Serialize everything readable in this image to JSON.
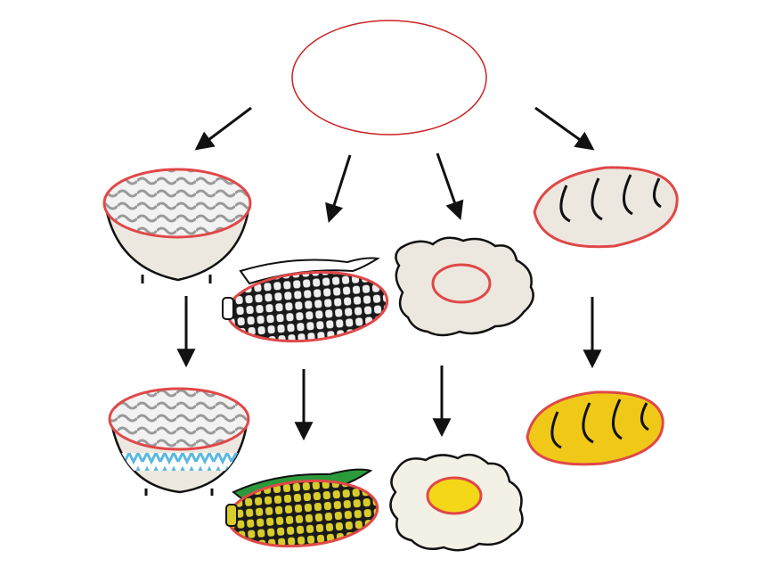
{
  "diagram": {
    "center_label": "",
    "colors": {
      "outline": "#111111",
      "accent_red": "#e04848",
      "paper": "#ece8e0",
      "noodle_gray": "#a8a8a8",
      "bowl_pattern": "#5ab8e0",
      "corn_yellow": "#d8cc2a",
      "husk_green": "#2a9a3a",
      "yolk_yellow": "#f4d818",
      "toast_yellow": "#f0c818",
      "egg_white": "#f3f0e6"
    },
    "items": [
      {
        "name": "noodles",
        "before_icon": "uncolored-noodle-bowl-icon",
        "after_icon": "colored-noodle-bowl-icon"
      },
      {
        "name": "corn",
        "before_icon": "uncolored-corn-icon",
        "after_icon": "colored-corn-icon"
      },
      {
        "name": "egg",
        "before_icon": "uncolored-fried-egg-icon",
        "after_icon": "colored-fried-egg-icon"
      },
      {
        "name": "bread",
        "before_icon": "uncolored-bread-icon",
        "after_icon": "colored-bread-icon"
      }
    ]
  }
}
